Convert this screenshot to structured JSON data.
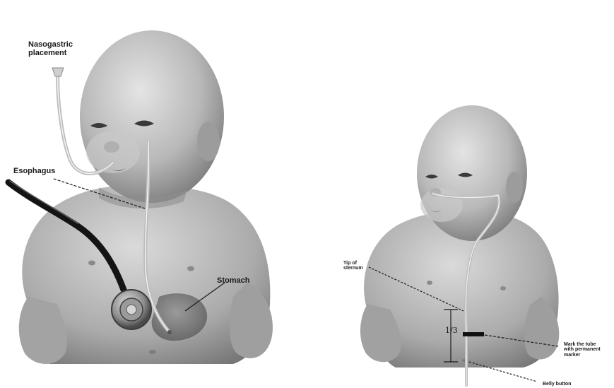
{
  "labels": {
    "nasogastric_line1": "Nasogastric",
    "nasogastric_line2": "placement",
    "esophagus": "Esophagus",
    "stomach": "Stomach",
    "tip_line1": "Tip of",
    "tip_line2": "sternum",
    "fraction": "1/3",
    "mark_line1": "Mark the tube",
    "mark_line2": "with permanent",
    "mark_line3": "marker",
    "bottom_label": "Belly button"
  },
  "colors": {
    "skin_light": "#d9d9d9",
    "skin_mid": "#a9a9a9",
    "skin_dark": "#6e6e6e",
    "stethoscope_tube": "#141414",
    "label_text": "#1a1a1a"
  }
}
